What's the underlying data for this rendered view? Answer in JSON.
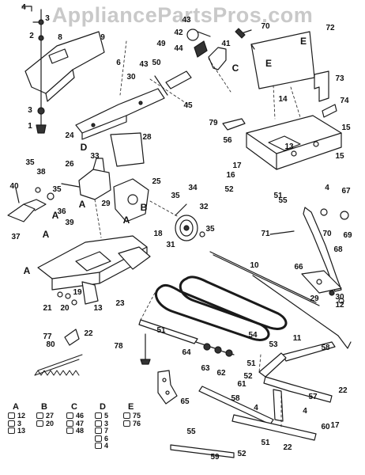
{
  "watermark": "AppliancePartsPros.com",
  "callouts": [
    {
      "text": "4"
    },
    {
      "text": "3"
    },
    {
      "text": "2"
    },
    {
      "text": "8"
    },
    {
      "text": "9"
    },
    {
      "text": "3"
    },
    {
      "text": "1"
    },
    {
      "text": "6"
    },
    {
      "text": "30"
    },
    {
      "text": "24"
    },
    {
      "text": "D"
    },
    {
      "text": "43"
    },
    {
      "text": "42"
    },
    {
      "text": "49"
    },
    {
      "text": "44"
    },
    {
      "text": "41"
    },
    {
      "text": "C"
    },
    {
      "text": "43"
    },
    {
      "text": "50"
    },
    {
      "text": "45"
    },
    {
      "text": "70"
    },
    {
      "text": "72"
    },
    {
      "text": "E"
    },
    {
      "text": "E"
    },
    {
      "text": "73"
    },
    {
      "text": "74"
    },
    {
      "text": "14"
    },
    {
      "text": "79"
    },
    {
      "text": "56"
    },
    {
      "text": "15"
    },
    {
      "text": "13"
    },
    {
      "text": "15"
    },
    {
      "text": "17"
    },
    {
      "text": "16"
    },
    {
      "text": "52"
    },
    {
      "text": "51"
    },
    {
      "text": "4"
    },
    {
      "text": "55"
    },
    {
      "text": "67"
    },
    {
      "text": "33"
    },
    {
      "text": "28"
    },
    {
      "text": "35"
    },
    {
      "text": "26"
    },
    {
      "text": "25"
    },
    {
      "text": "38"
    },
    {
      "text": "40"
    },
    {
      "text": "35"
    },
    {
      "text": "36"
    },
    {
      "text": "39"
    },
    {
      "text": "37"
    },
    {
      "text": "29"
    },
    {
      "text": "B"
    },
    {
      "text": "35"
    },
    {
      "text": "34"
    },
    {
      "text": "32"
    },
    {
      "text": "35"
    },
    {
      "text": "31"
    },
    {
      "text": "A"
    },
    {
      "text": "A"
    },
    {
      "text": "A"
    },
    {
      "text": "A"
    },
    {
      "text": "A"
    },
    {
      "text": "18"
    },
    {
      "text": "70"
    },
    {
      "text": "69"
    },
    {
      "text": "71"
    },
    {
      "text": "68"
    },
    {
      "text": "10"
    },
    {
      "text": "66"
    },
    {
      "text": "19"
    },
    {
      "text": "23"
    },
    {
      "text": "21"
    },
    {
      "text": "20"
    },
    {
      "text": "13"
    },
    {
      "text": "29"
    },
    {
      "text": "30"
    },
    {
      "text": "12"
    },
    {
      "text": "22"
    },
    {
      "text": "77"
    },
    {
      "text": "78"
    },
    {
      "text": "51"
    },
    {
      "text": "64"
    },
    {
      "text": "54"
    },
    {
      "text": "53"
    },
    {
      "text": "11"
    },
    {
      "text": "58"
    },
    {
      "text": "80"
    },
    {
      "text": "63"
    },
    {
      "text": "62"
    },
    {
      "text": "51"
    },
    {
      "text": "52"
    },
    {
      "text": "61"
    },
    {
      "text": "57"
    },
    {
      "text": "22"
    },
    {
      "text": "65"
    },
    {
      "text": "58"
    },
    {
      "text": "4"
    },
    {
      "text": "4"
    },
    {
      "text": "60"
    },
    {
      "text": "17"
    },
    {
      "text": "55"
    },
    {
      "text": "51"
    },
    {
      "text": "52"
    },
    {
      "text": "22"
    },
    {
      "text": "59"
    }
  ],
  "legend": [
    {
      "letter": "A",
      "parts": [
        "12",
        "3",
        "13"
      ]
    },
    {
      "letter": "B",
      "parts": [
        "27",
        "20"
      ]
    },
    {
      "letter": "C",
      "parts": [
        "46",
        "47",
        "48"
      ]
    },
    {
      "letter": "D",
      "parts": [
        "5",
        "3",
        "7",
        "6",
        "4"
      ]
    },
    {
      "letter": "E",
      "parts": [
        "75",
        "76"
      ]
    }
  ]
}
